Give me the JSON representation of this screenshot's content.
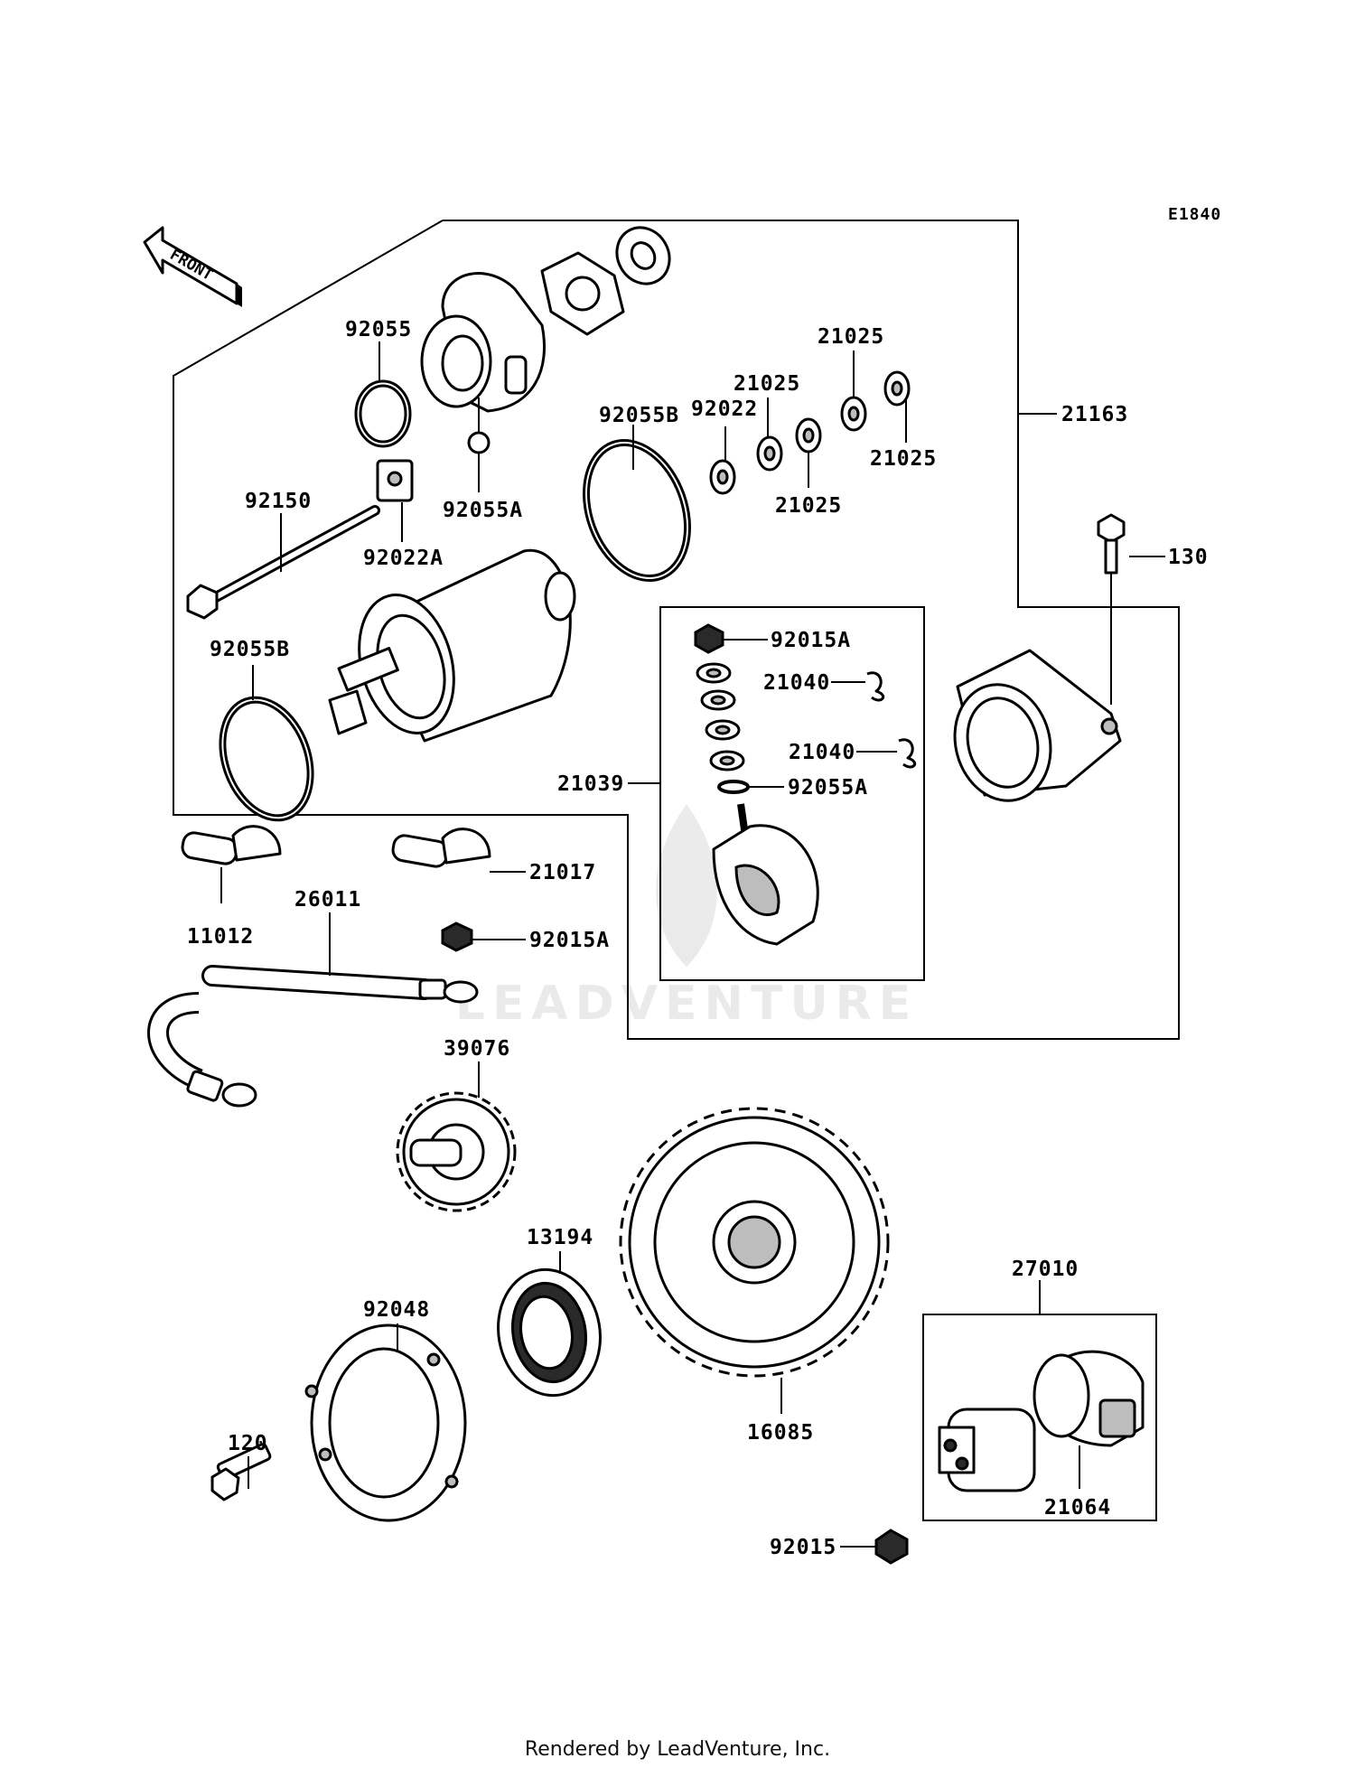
{
  "diagram": {
    "code": "E1840",
    "front_label": "FRONT",
    "watermark": "LEADVENTURE",
    "labels": {
      "l92055": "92055",
      "l92150": "92150",
      "l92022A": "92022A",
      "l92055A_top": "92055A",
      "l92055B_mid": "92055B",
      "l92022": "92022",
      "l21025_a": "21025",
      "l21025_b": "21025",
      "l21025_c": "21025",
      "l21025_d": "21025",
      "l21163": "21163",
      "l130": "130",
      "l92055B_left": "92055B",
      "l92015A_top": "92015A",
      "l21040_a": "21040",
      "l21040_b": "21040",
      "l92055A_mid": "92055A",
      "l21039": "21039",
      "l21017": "21017",
      "l11012": "11012",
      "l26011": "26011",
      "l92015A_low": "92015A",
      "l39076": "39076",
      "l13194": "13194",
      "l92048": "92048",
      "l120": "120",
      "l16085": "16085",
      "l27010": "27010",
      "l21064": "21064",
      "l92015": "92015"
    }
  },
  "footer": {
    "text": "Rendered by LeadVenture, Inc."
  }
}
